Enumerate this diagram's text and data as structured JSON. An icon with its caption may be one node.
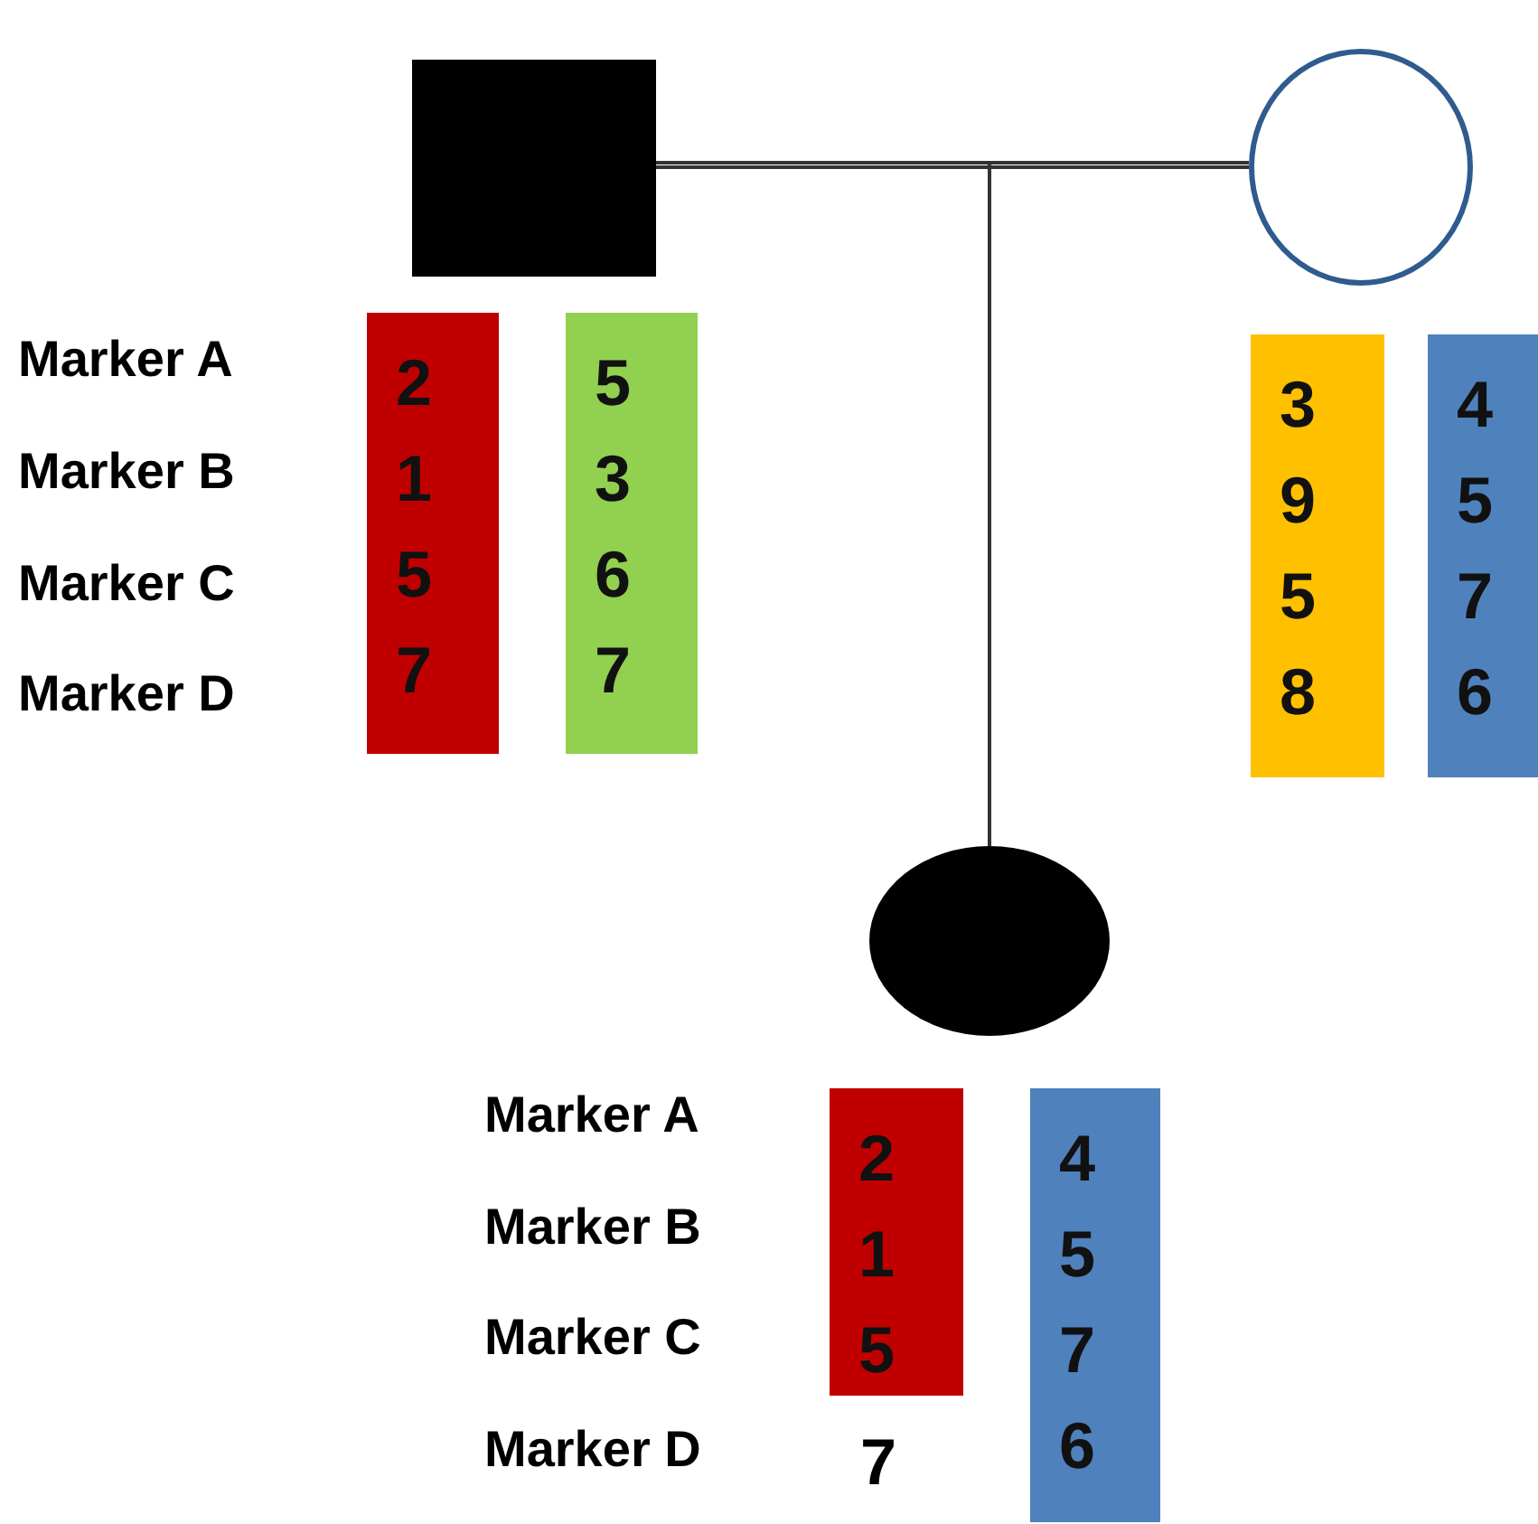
{
  "diagram": {
    "nodes": [
      {
        "text": [],
        "shape": "box"
      },
      {
        "text": [],
        "shape": "circle"
      },
      {
        "text": [
          "2 1 5 7"
        ]
      },
      {
        "text": [
          "5 3 6 7"
        ]
      },
      {
        "text": [
          "3 9 5 8"
        ]
      },
      {
        "text": [
          "4 5 7 6"
        ]
      },
      {
        "text": [],
        "shape": "circle"
      },
      {
        "text": [
          "2 1 5"
        ]
      },
      {
        "text": [
          "4 5 7 6"
        ]
      }
    ],
    "edges": [
      {
        "from": 0,
        "to": 1,
        "arrow": "none"
      },
      {
        "from": 0,
        "to": 6,
        "arrow": "none"
      },
      {
        "from": 1,
        "to": 6,
        "arrow": "none"
      }
    ],
    "labels": [
      "Marker A",
      "Marker B",
      "Marker C",
      "Marker D",
      "Marker A",
      "Marker B",
      "Marker C",
      "Marker D",
      "7"
    ]
  }
}
